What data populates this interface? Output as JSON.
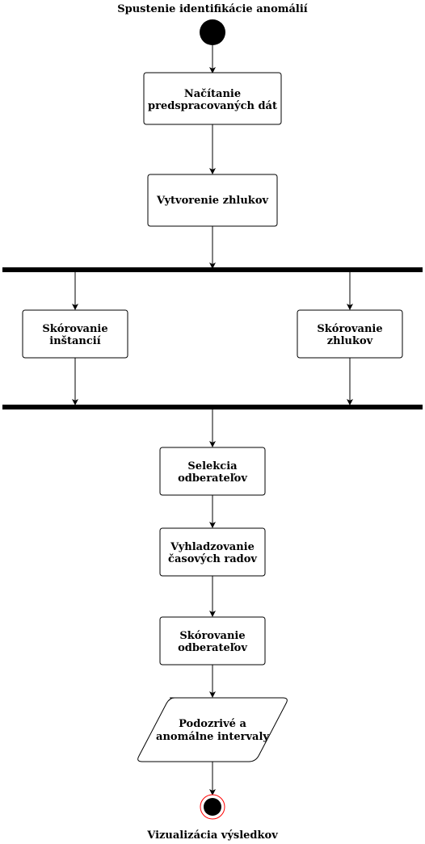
{
  "diagram": {
    "start_label": "Spustenie identifikácie anomálií",
    "end_label": "Vizualizácia výsledkov",
    "nodes": {
      "load": [
        "Načítanie",
        "predspracovaných dát"
      ],
      "clusters": [
        "Vytvorenie zhlukov"
      ],
      "score_instances": [
        "Skórovanie",
        "inštancií"
      ],
      "score_clusters": [
        "Skórovanie",
        "zhlukov"
      ],
      "select": [
        "Selekcia",
        "odberateľov"
      ],
      "smooth": [
        "Vyhladzovanie",
        "časových radov"
      ],
      "score_customers": [
        "Skórovanie",
        "odberateľov"
      ],
      "output": [
        "Podozrivé a",
        "anomálne intervaly"
      ]
    }
  }
}
